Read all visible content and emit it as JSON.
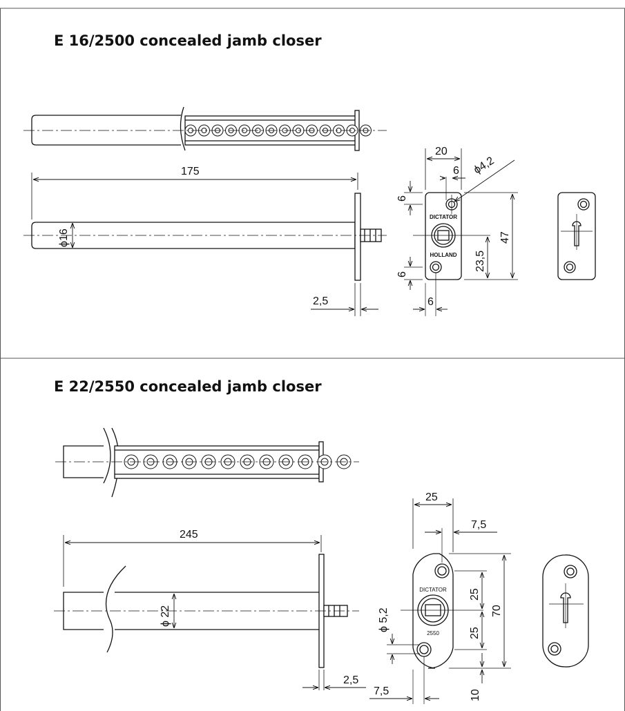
{
  "sections": [
    {
      "title": "E 16/2500 concealed jamb closer",
      "dims": {
        "length": "175",
        "dia": "ϕ16",
        "plate_thickness": "2,5",
        "plate_width": "20",
        "hole_offset": "6",
        "hole_dia": "ϕ4,2",
        "top_margin": "6",
        "bottom_margin": "6",
        "center_height": "23,5",
        "plate_height": "47",
        "bottom_offset": "6"
      },
      "plate_text": {
        "top": "DICTATOR",
        "bottom": "HOLLAND"
      }
    },
    {
      "title": "E 22/2550 concealed jamb closer",
      "dims": {
        "length": "245",
        "dia": "ϕ 22",
        "plate_thickness": "2,5",
        "plate_width": "25",
        "hole_offset": "7,5",
        "hole_dia": "ϕ 5,2",
        "upper_half": "25",
        "lower_half": "25",
        "plate_height": "70",
        "bottom_margin": "10",
        "left_offset": "7,5"
      },
      "plate_text": {
        "top": "DICTATOR",
        "bottom": "2550"
      }
    }
  ],
  "colors": {
    "line": "#111111",
    "frame": "#555555"
  }
}
